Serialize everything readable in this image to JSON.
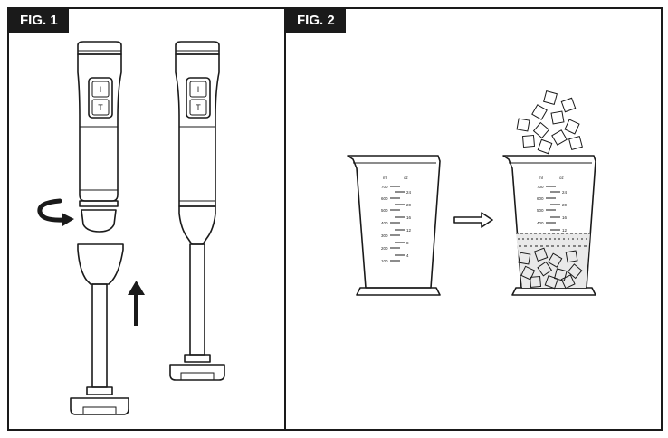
{
  "figures": [
    {
      "label": "FIG. 1"
    },
    {
      "label": "FIG. 2"
    }
  ],
  "blender": {
    "button_top_label": "I",
    "button_bottom_label": "T"
  },
  "beaker": {
    "ml_unit": "ml",
    "oz_unit": "oz",
    "ml_marks": [
      "700",
      "600",
      "500",
      "400",
      "300",
      "200",
      "100"
    ],
    "oz_marks": [
      "24",
      "20",
      "16",
      "12",
      "8",
      "4"
    ]
  },
  "colors": {
    "ink": "#1a1a1a",
    "background": "#ffffff"
  }
}
